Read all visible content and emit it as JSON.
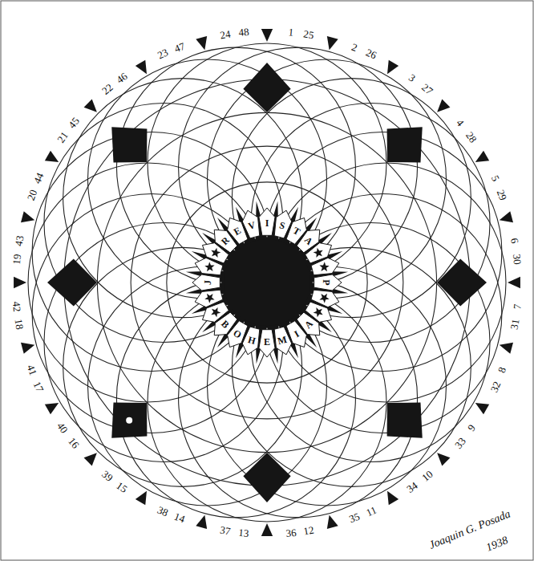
{
  "diagram": {
    "labels": [
      "48",
      "1",
      "25",
      "2",
      "26",
      "3",
      "27",
      "4",
      "28",
      "5",
      "29",
      "6",
      "30",
      "7",
      "31",
      "8",
      "32",
      "9",
      "33",
      "10",
      "34",
      "11",
      "35",
      "12",
      "36",
      "13",
      "37",
      "14",
      "38",
      "15",
      "39",
      "16",
      "40",
      "17",
      "41",
      "18",
      "42",
      "19",
      "43",
      "20",
      "44",
      "21",
      "45",
      "22",
      "46",
      "23",
      "47",
      "24",
      "R",
      "E",
      "V",
      "I",
      "S",
      "T",
      "A",
      "P",
      "B",
      "O",
      "H",
      "E",
      "M",
      "I",
      "A",
      "J",
      "Joaquin G. Posada",
      "1938"
    ]
  }
}
